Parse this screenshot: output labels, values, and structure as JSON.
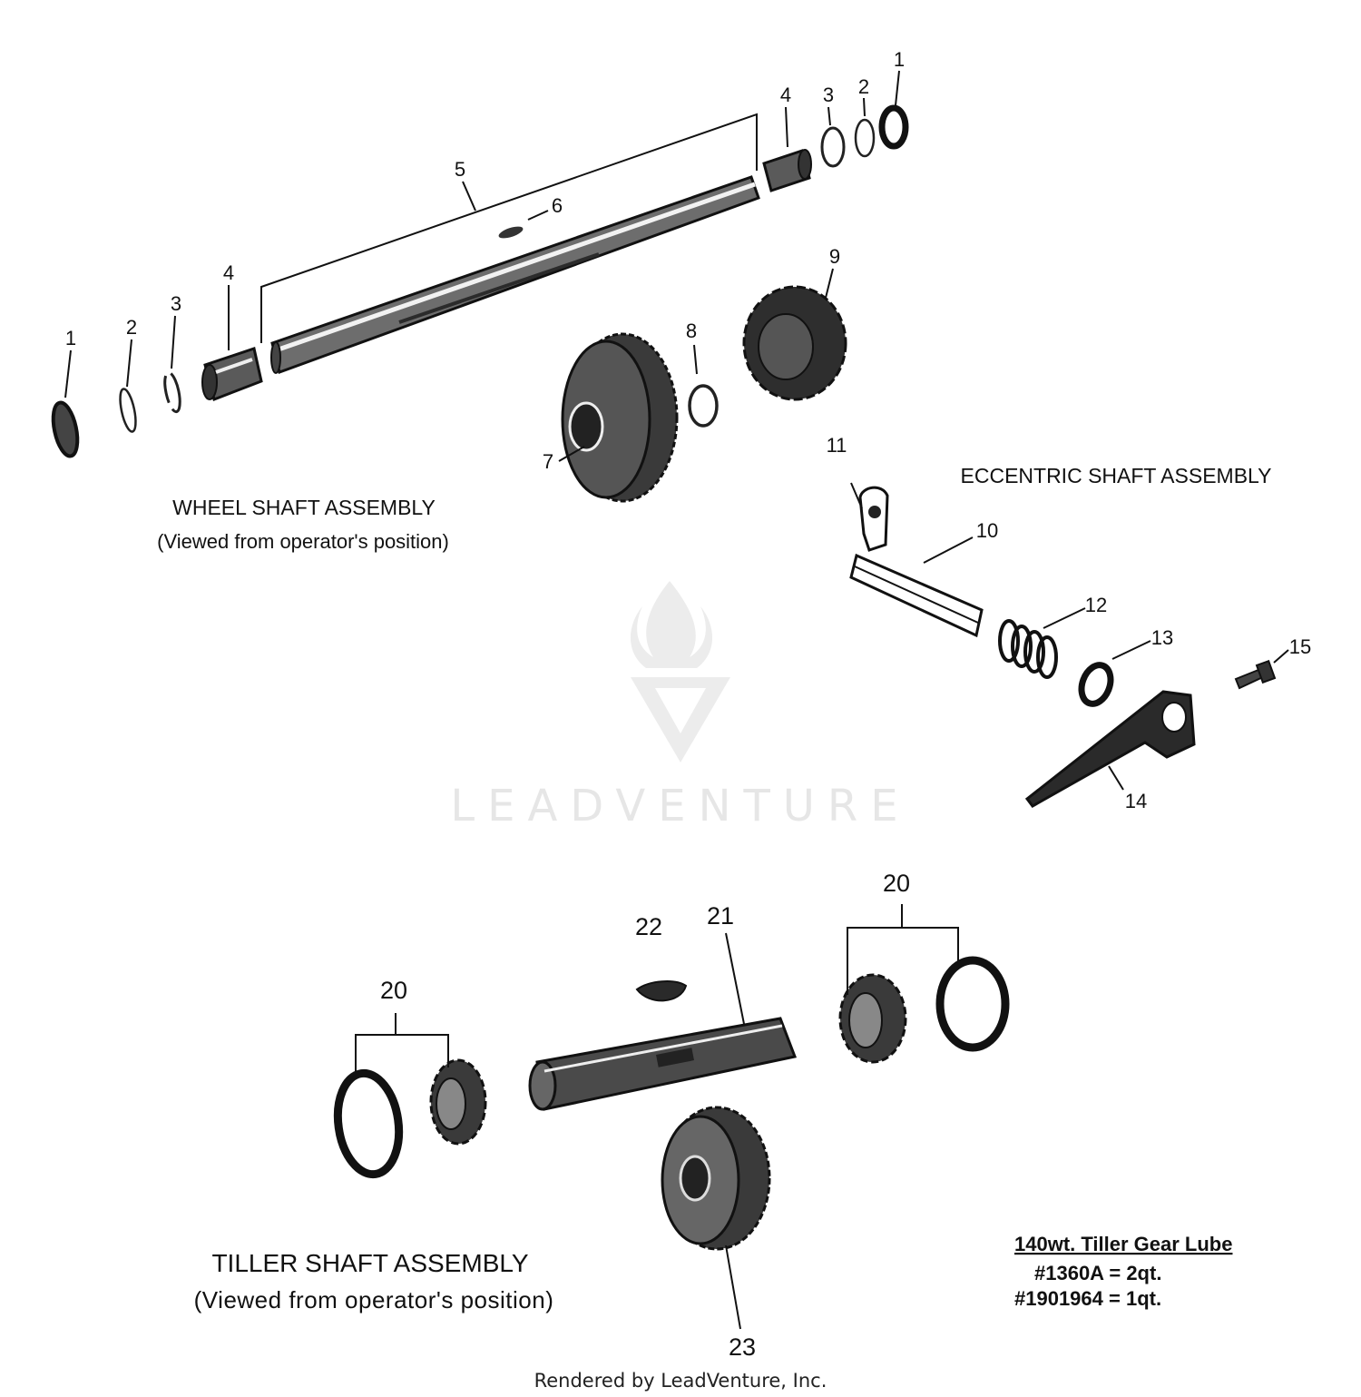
{
  "wheel_shaft": {
    "title": "WHEEL SHAFT ASSEMBLY",
    "subtitle": "(Viewed from operator's position)",
    "callouts": [
      "1",
      "2",
      "3",
      "4",
      "5",
      "6",
      "4",
      "3",
      "2",
      "1",
      "7",
      "8",
      "9"
    ]
  },
  "eccentric_shaft": {
    "title": "ECCENTRIC SHAFT ASSEMBLY",
    "callouts": [
      "11",
      "10",
      "12",
      "13",
      "15",
      "14"
    ]
  },
  "tiller_shaft": {
    "title": "TILLER SHAFT ASSEMBLY",
    "subtitle": "(Viewed from operator's position)",
    "callouts": [
      "20",
      "20",
      "22",
      "21",
      "23"
    ]
  },
  "lube_note": {
    "heading": "140wt. Tiller Gear Lube",
    "line1": "#1360A = 2qt.",
    "line2": "#1901964 = 1qt."
  },
  "watermark": "LEADVENTURE",
  "footer": "Rendered by LeadVenture, Inc."
}
